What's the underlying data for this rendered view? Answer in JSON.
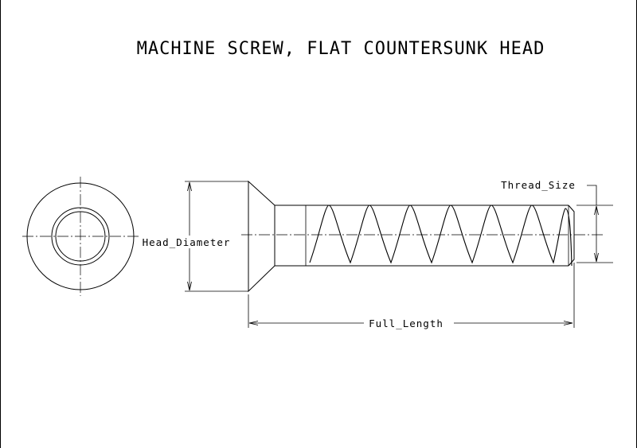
{
  "drawing": {
    "title": "MACHINE SCREW, FLAT COUNTERSUNK HEAD",
    "dimensions": {
      "head_diameter": "Head_Diameter",
      "full_length": "Full_Length",
      "thread_size": "Thread_Size"
    }
  },
  "colors": {
    "line": "#000000",
    "background": "#ffffff"
  }
}
